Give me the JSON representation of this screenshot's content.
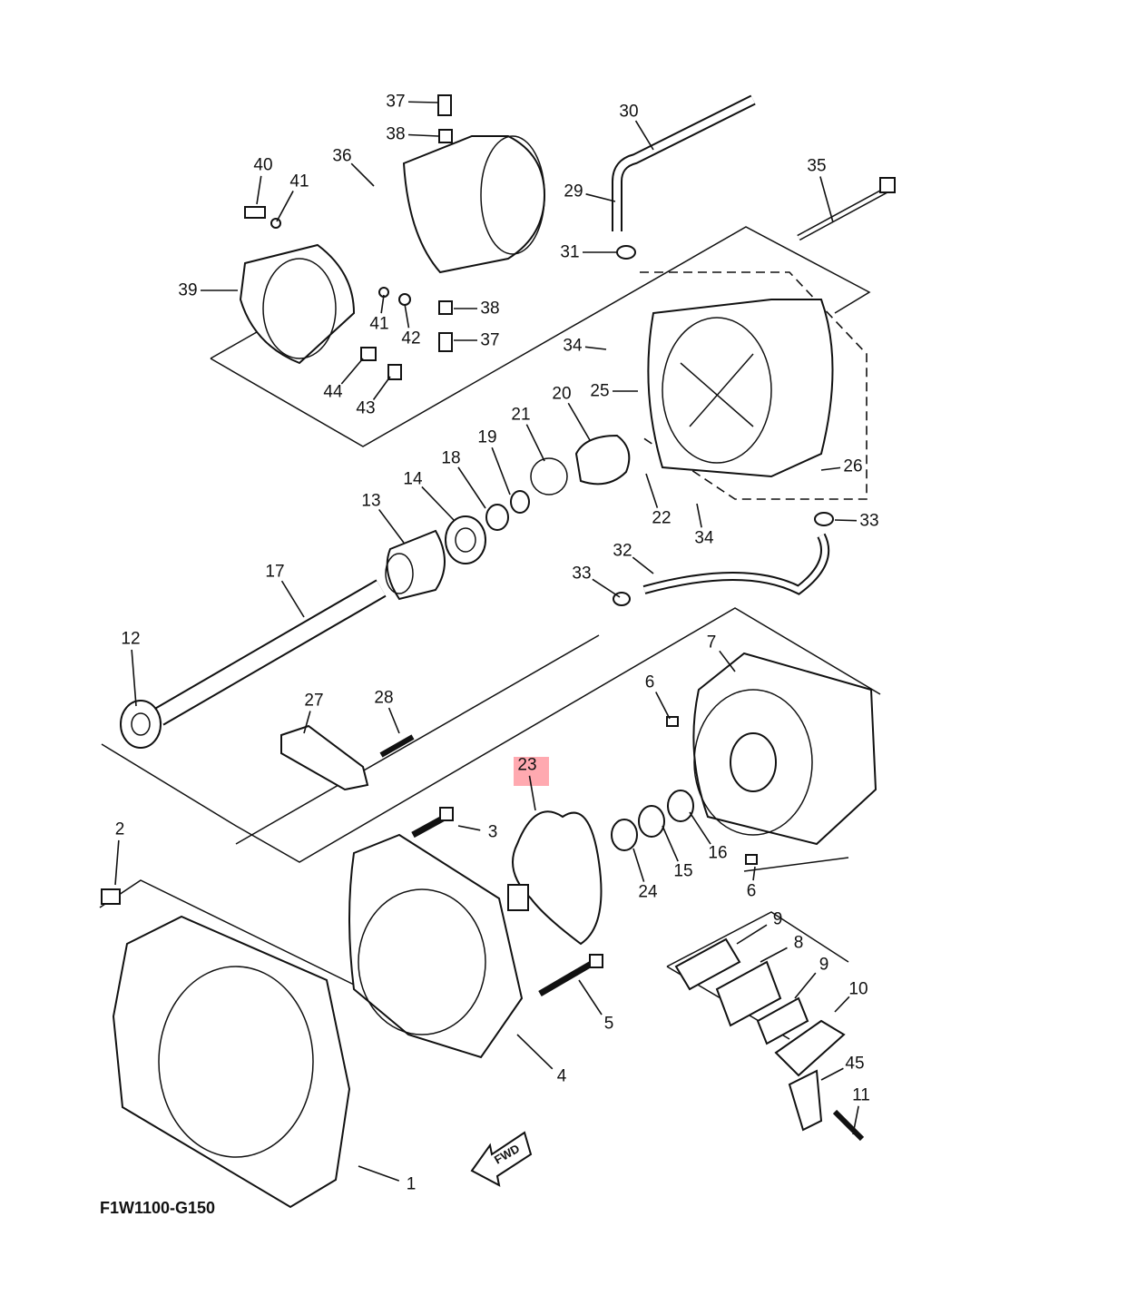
{
  "diagram": {
    "drawing_code": "F1W1100-G150",
    "fwd_arrow_text": "FWD",
    "highlight_color": "#ff9aa2",
    "highlighted_part": "23",
    "callouts": [
      "37",
      "38",
      "36",
      "40",
      "41",
      "39",
      "41",
      "42",
      "38",
      "37",
      "44",
      "43",
      "30",
      "29",
      "31",
      "35",
      "34",
      "25",
      "20",
      "21",
      "19",
      "18",
      "14",
      "13",
      "26",
      "22",
      "34",
      "33",
      "32",
      "33",
      "17",
      "12",
      "7",
      "6",
      "27",
      "28",
      "23",
      "3",
      "2",
      "16",
      "15",
      "24",
      "6",
      "9",
      "8",
      "9",
      "10",
      "5",
      "4",
      "45",
      "11",
      "1"
    ]
  }
}
